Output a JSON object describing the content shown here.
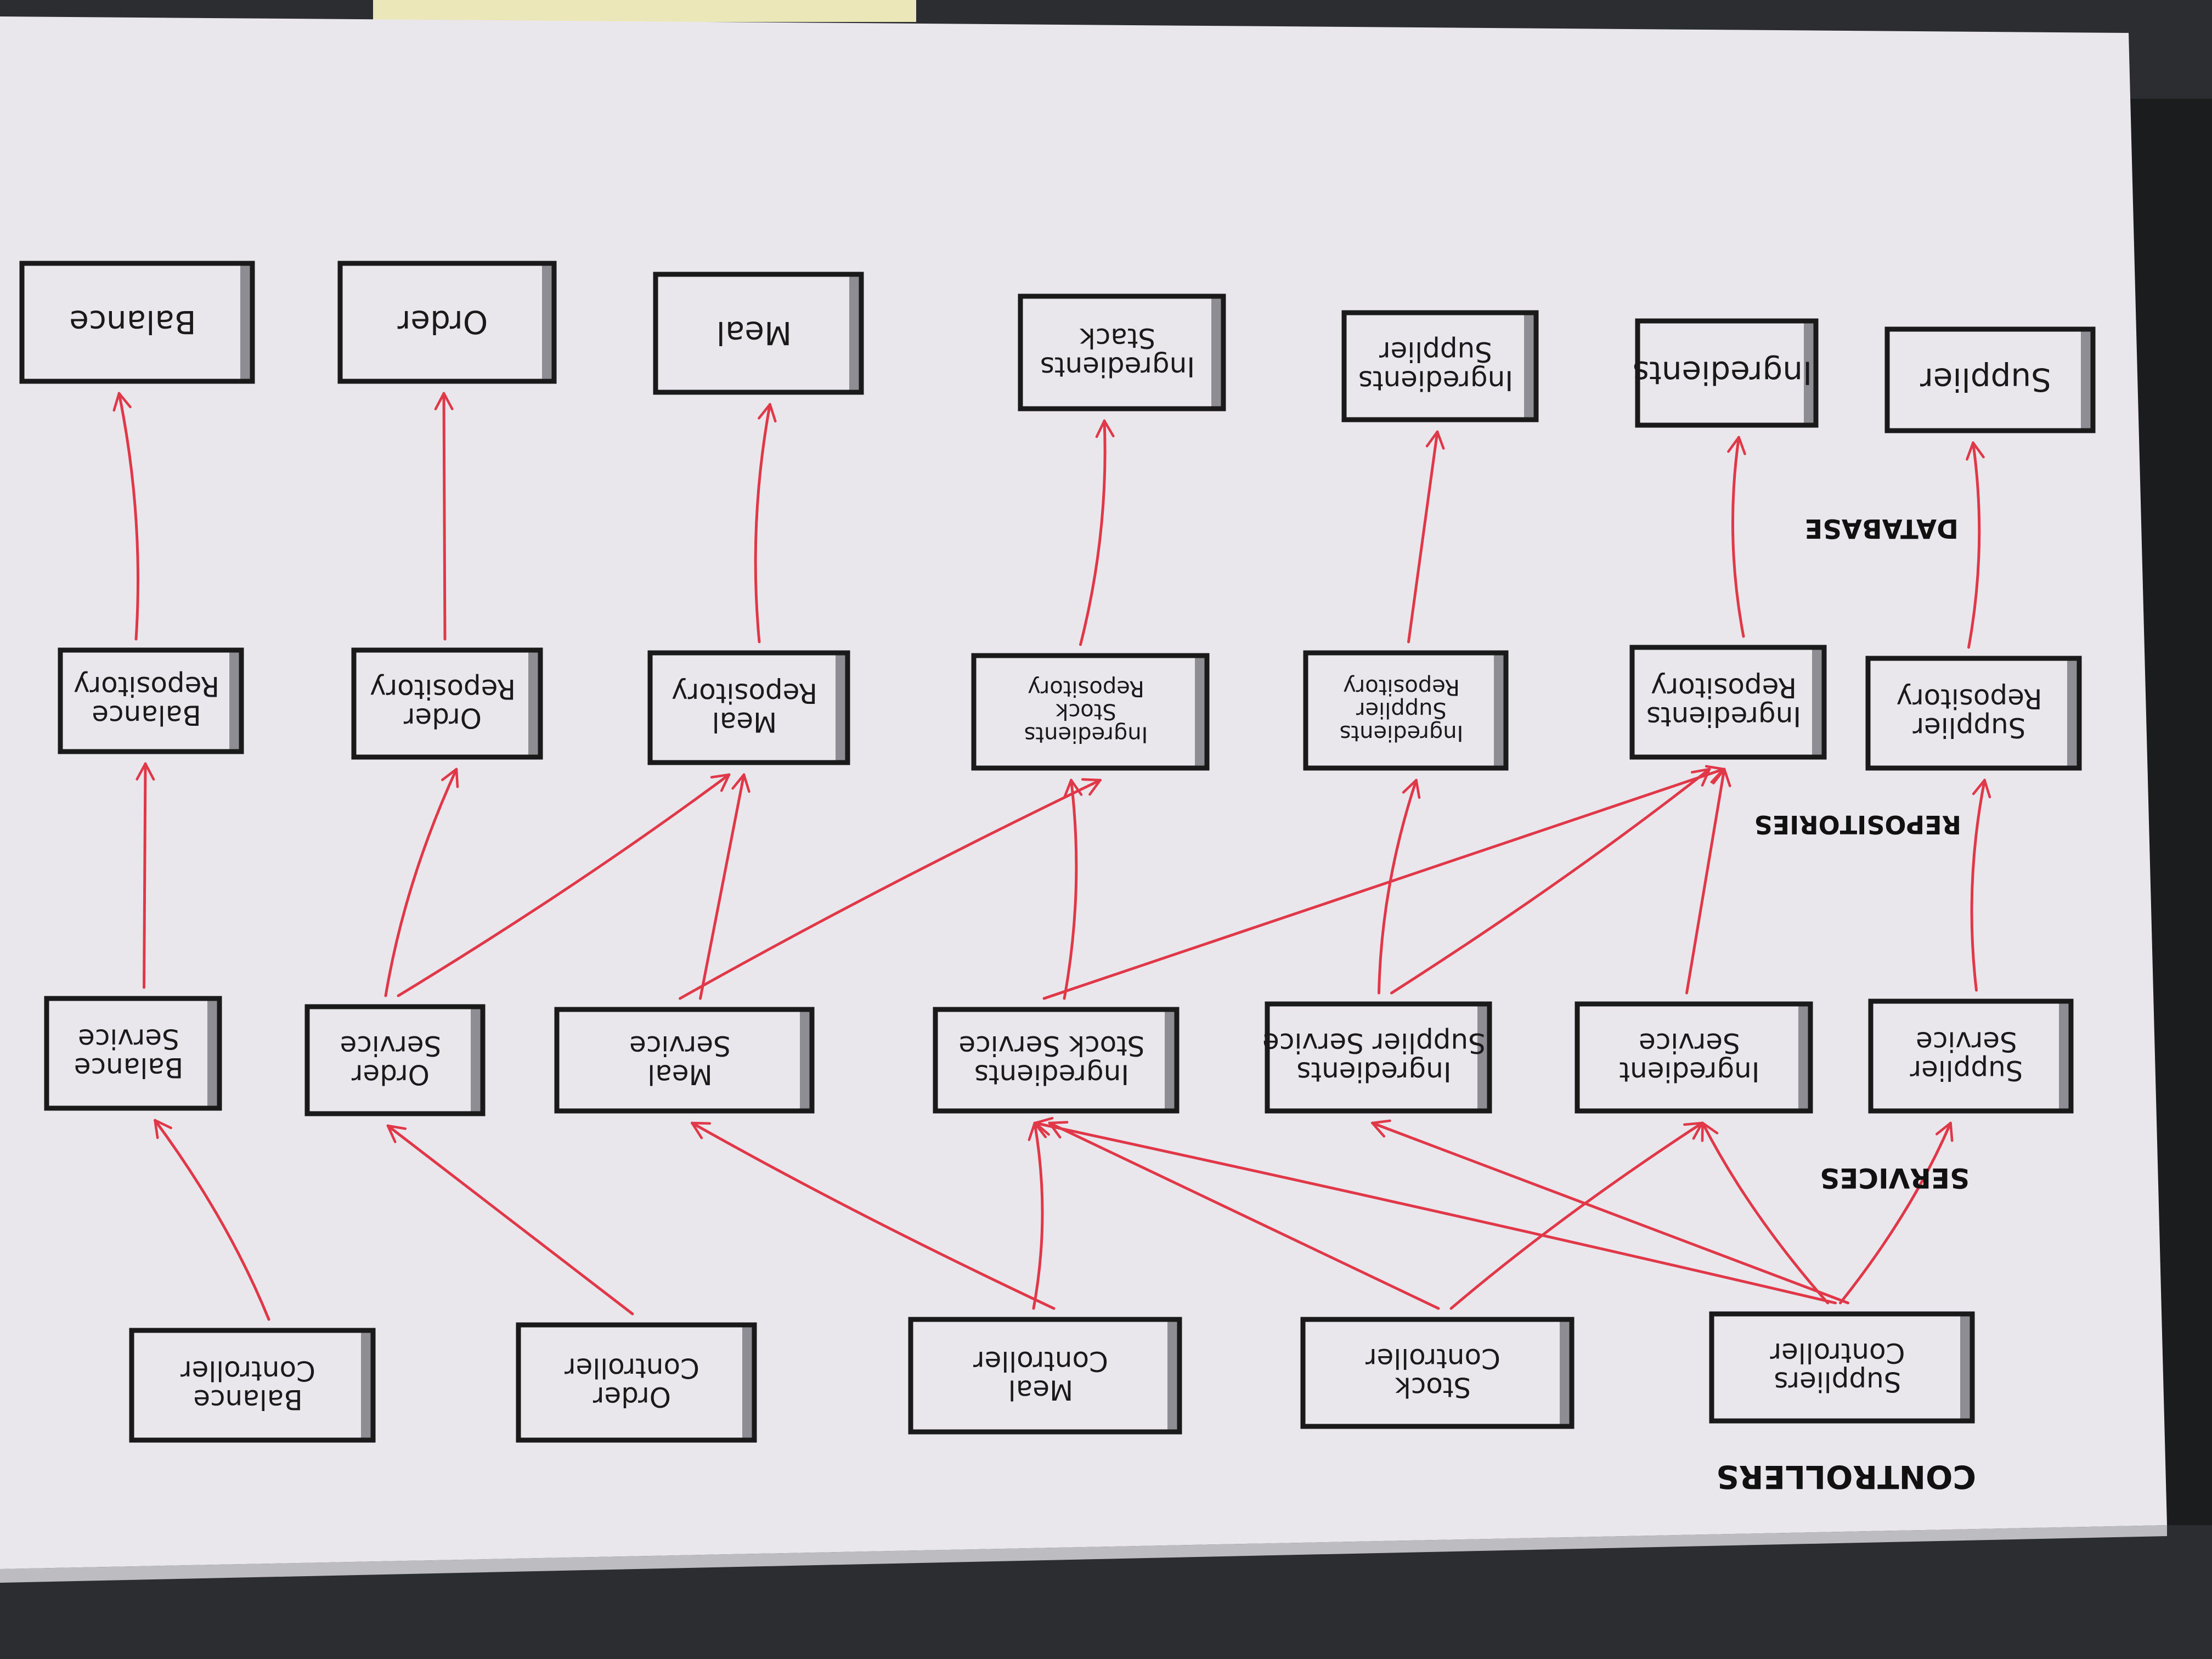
{
  "layers": {
    "controllers": "CONTROLLERS",
    "services": "SERVICES",
    "repositories": "REPOSITORIES",
    "database": "DATABASE"
  },
  "boxes": {
    "balance_controller": [
      "Balance",
      "Controller"
    ],
    "order_controller": [
      "Order",
      "Controller"
    ],
    "meal_controller": [
      "Meal",
      "Controller"
    ],
    "stock_controller": [
      "Stock",
      "Controller"
    ],
    "suppliers_controller": [
      "Suppliers",
      "Controller"
    ],
    "balance_service": [
      "Balance",
      "Service"
    ],
    "order_service": [
      "Order",
      "Service"
    ],
    "meal_service": [
      "Meal",
      "Service"
    ],
    "ingredients_stock_service": [
      "Ingredients",
      "Stock Service"
    ],
    "ingredients_supplier_service": [
      "Ingredients",
      "Supplier Service"
    ],
    "ingredient_service": [
      "Ingredient",
      "Service"
    ],
    "supplier_service": [
      "Supplier",
      "Service"
    ],
    "balance_repository": [
      "Balance",
      "Repository"
    ],
    "order_repository": [
      "Order",
      "Repository"
    ],
    "meal_repository": [
      "Meal",
      "Repository"
    ],
    "ingredients_stock_repository": [
      "Ingredients",
      "Stock",
      "Repository"
    ],
    "ingredients_supplier_repository": [
      "Ingredients",
      "Supplier",
      "Repository"
    ],
    "ingredients_repository": [
      "Ingredients",
      "Repository"
    ],
    "supplier_repository": [
      "Supplier",
      "Repository"
    ],
    "balance_table": [
      "Balance"
    ],
    "order_table": [
      "Order"
    ],
    "meal_table": [
      "Meal"
    ],
    "ingredients_stock_table": [
      "Ingredients",
      "Stack"
    ],
    "ingredients_supplier_table": [
      "Ingredients",
      "Supplier"
    ],
    "ingredients_table": [
      "Ingredients"
    ],
    "supplier_table": [
      "Supplier"
    ]
  },
  "edges": [
    [
      "balance_controller",
      "balance_service"
    ],
    [
      "order_controller",
      "order_service"
    ],
    [
      "meal_controller",
      "meal_service"
    ],
    [
      "meal_controller",
      "ingredients_stock_service"
    ],
    [
      "stock_controller",
      "ingredients_stock_service"
    ],
    [
      "stock_controller",
      "ingredient_service"
    ],
    [
      "suppliers_controller",
      "ingredients_stock_service"
    ],
    [
      "suppliers_controller",
      "ingredients_supplier_service"
    ],
    [
      "suppliers_controller",
      "ingredient_service"
    ],
    [
      "suppliers_controller",
      "supplier_service"
    ],
    [
      "balance_service",
      "balance_repository"
    ],
    [
      "order_service",
      "order_repository"
    ],
    [
      "order_service",
      "meal_repository"
    ],
    [
      "meal_service",
      "meal_repository"
    ],
    [
      "meal_service",
      "ingredients_stock_repository"
    ],
    [
      "ingredients_stock_service",
      "ingredients_stock_repository"
    ],
    [
      "ingredients_stock_service",
      "ingredients_repository"
    ],
    [
      "ingredients_supplier_service",
      "ingredients_supplier_repository"
    ],
    [
      "ingredients_supplier_service",
      "ingredients_repository"
    ],
    [
      "ingredient_service",
      "ingredients_repository"
    ],
    [
      "supplier_service",
      "supplier_repository"
    ],
    [
      "balance_repository",
      "balance_table"
    ],
    [
      "order_repository",
      "order_table"
    ],
    [
      "meal_repository",
      "meal_table"
    ],
    [
      "ingredients_stock_repository",
      "ingredients_stock_table"
    ],
    [
      "ingredients_supplier_repository",
      "ingredients_supplier_table"
    ],
    [
      "ingredients_repository",
      "ingredients_table"
    ],
    [
      "supplier_repository",
      "supplier_table"
    ]
  ],
  "colors": {
    "paper": "#e9e7ec",
    "ink": "#1a1a1a",
    "arrow": "#e03848",
    "desk": "#2b2d30"
  }
}
